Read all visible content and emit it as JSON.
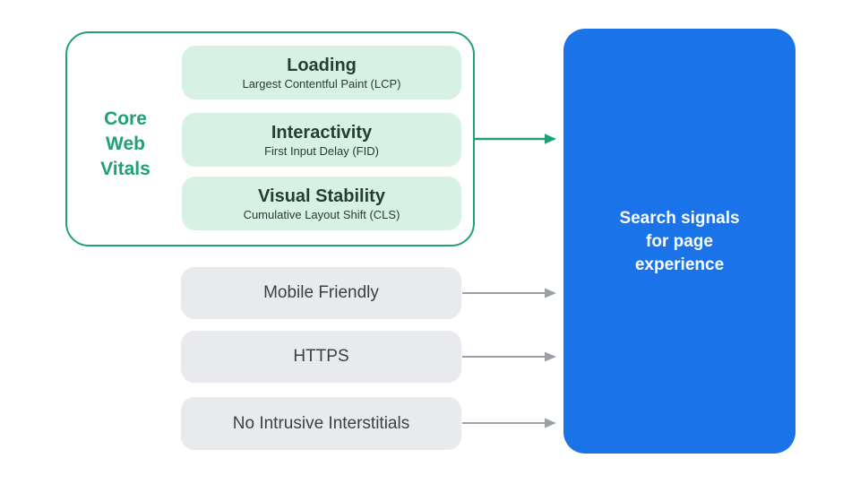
{
  "colors": {
    "green": "#20a074",
    "mint": "#d7f1e4",
    "mint_text": "#233e34",
    "blue": "#1a73e8",
    "gray_box": "#e8eaed",
    "gray_text": "#3c4043",
    "arrow_gray": "#9aa0a6",
    "white": "#ffffff"
  },
  "core_web_vitals": {
    "label_lines": [
      "Core",
      "Web",
      "Vitals"
    ],
    "items": [
      {
        "title": "Loading",
        "subtitle": "Largest Contentful Paint (LCP)"
      },
      {
        "title": "Interactivity",
        "subtitle": "First Input Delay (FID)"
      },
      {
        "title": "Visual Stability",
        "subtitle": "Cumulative Layout Shift (CLS)"
      }
    ]
  },
  "other_signals": [
    {
      "label": "Mobile Friendly"
    },
    {
      "label": "HTTPS"
    },
    {
      "label": "No Intrusive Interstitials"
    }
  ],
  "result_box": {
    "lines": [
      "Search signals",
      "for page",
      "experience"
    ]
  }
}
